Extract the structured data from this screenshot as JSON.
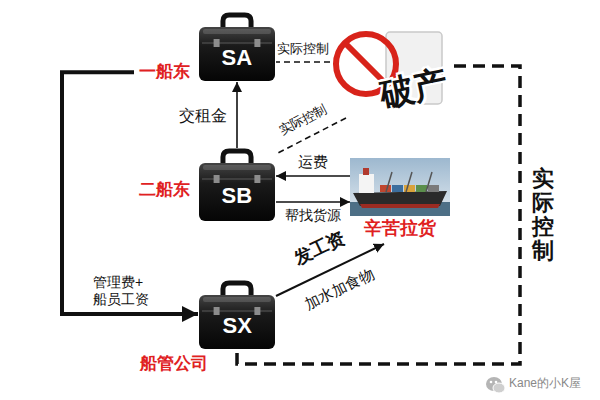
{
  "diagram": {
    "nodes": [
      {
        "text": [
          "SA",
          "一船东"
        ]
      },
      {
        "text": [
          "破产"
        ]
      },
      {
        "text": [
          "SB",
          "二船东"
        ]
      },
      {
        "text": [
          "辛苦拉货"
        ]
      },
      {
        "text": [
          "SX",
          "船管公司"
        ]
      }
    ],
    "edges": [
      {
        "from": 1,
        "to": 0,
        "label": "实际控制",
        "arrow": "none"
      },
      {
        "from": 2,
        "to": 0,
        "label": "交租金",
        "arrow": "to"
      },
      {
        "from": 1,
        "to": 2,
        "label": "实际控制",
        "arrow": "none"
      },
      {
        "from": 3,
        "to": 2,
        "label": "运费",
        "arrow": "to"
      },
      {
        "from": 2,
        "to": 3,
        "label": "帮找货源",
        "arrow": "to"
      },
      {
        "from": 0,
        "to": 4,
        "label": "管理费+ 船员工资",
        "arrow": "to"
      },
      {
        "from": 4,
        "to": 3,
        "label": "发工资",
        "arrow": "to"
      },
      {
        "from": 1,
        "to": 4,
        "label": "实际控制",
        "arrow": "none"
      }
    ],
    "labels": [
      "加水加食物",
      "Kane的小K屋"
    ]
  }
}
